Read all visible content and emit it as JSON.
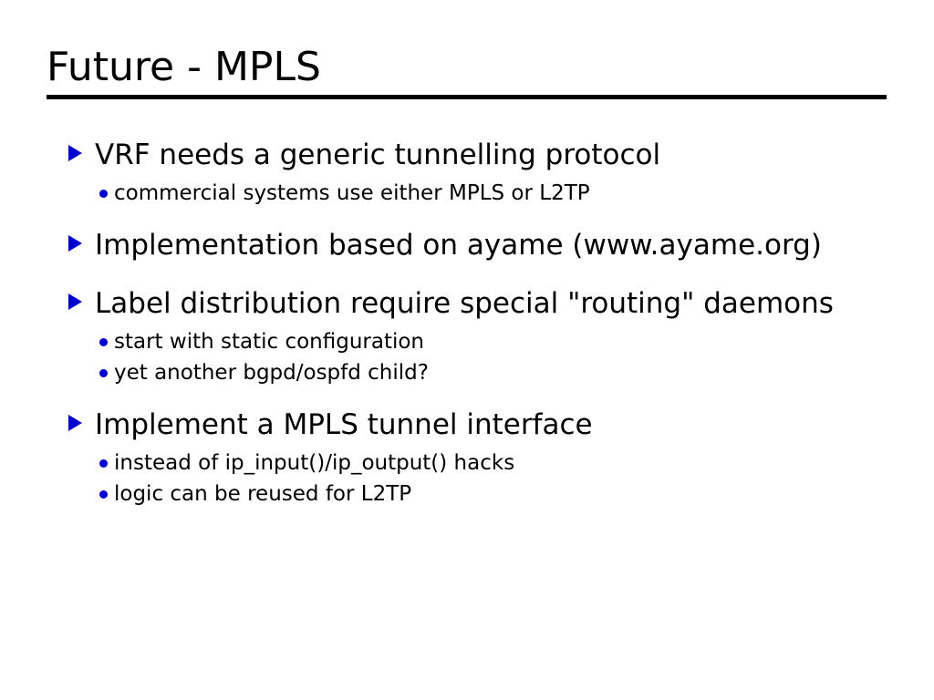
{
  "slide": {
    "title": "Future - MPLS",
    "accent_color": "#0000cd",
    "text_color": "#000000",
    "background_color": "#ffffff",
    "level1_marker": "triangle-right-bullet",
    "level2_marker": "round-bullet",
    "groups": [
      {
        "heading": "VRF needs a generic tunnelling protocol",
        "sub_items": [
          "commercial systems use either MPLS or L2TP"
        ]
      },
      {
        "heading": "Implementation based on ayame (www.ayame.org)",
        "sub_items": []
      },
      {
        "heading": "Label distribution require special \"routing\" daemons",
        "sub_items": [
          "start with static configuration",
          "yet another bgpd/ospfd child?"
        ]
      },
      {
        "heading": "Implement a MPLS tunnel interface",
        "sub_items": [
          "instead of ip_input()/ip_output() hacks",
          "logic can be reused for L2TP"
        ]
      }
    ]
  }
}
